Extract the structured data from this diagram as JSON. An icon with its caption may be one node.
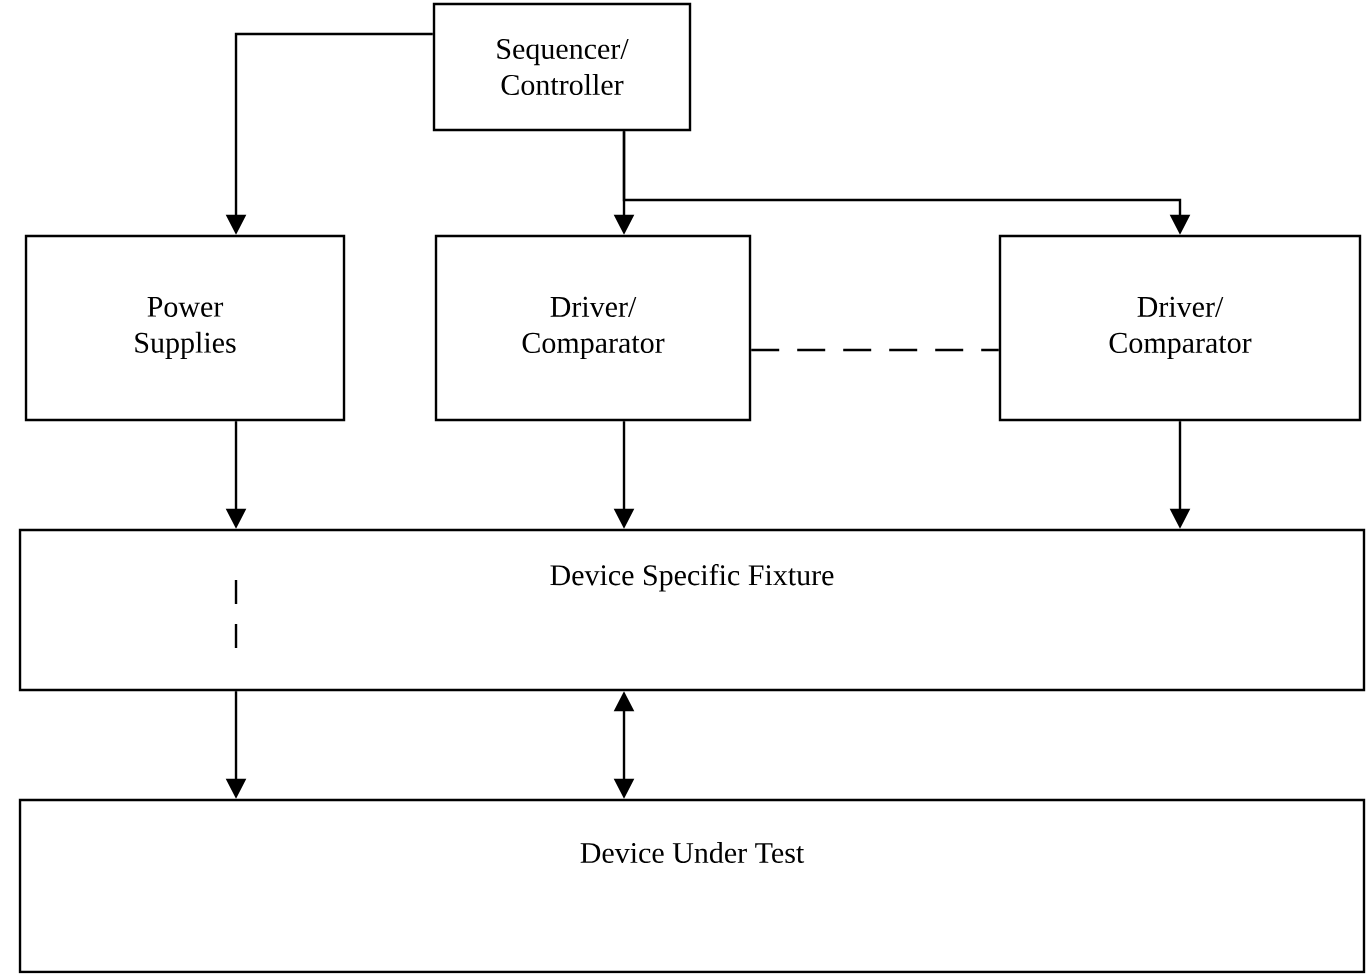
{
  "diagram": {
    "nodes": [
      {
        "text": [
          "Sequencer/ Controller"
        ]
      },
      {
        "text": [
          "Power Supplies"
        ]
      },
      {
        "text": [
          "Driver/ Comparator"
        ]
      },
      {
        "text": [
          "Driver/ Comparator"
        ]
      },
      {
        "text": [
          "Device Specific Fixture"
        ]
      },
      {
        "text": [
          "Device Under Test"
        ]
      }
    ],
    "edges": [
      {
        "from": 0,
        "to": 1,
        "arrow": "to"
      },
      {
        "from": 0,
        "to": 2,
        "arrow": "to"
      },
      {
        "from": 0,
        "to": 3,
        "arrow": "to"
      },
      {
        "from": 2,
        "to": 3,
        "arrow": "none",
        "style": "dashed"
      },
      {
        "from": 1,
        "to": 4,
        "arrow": "to"
      },
      {
        "from": 2,
        "to": 4,
        "arrow": "to"
      },
      {
        "from": 3,
        "to": 4,
        "arrow": "to"
      },
      {
        "from": 4,
        "to": 5,
        "arrow": "to"
      },
      {
        "from": 4,
        "to": 5,
        "arrow": "both"
      }
    ]
  }
}
